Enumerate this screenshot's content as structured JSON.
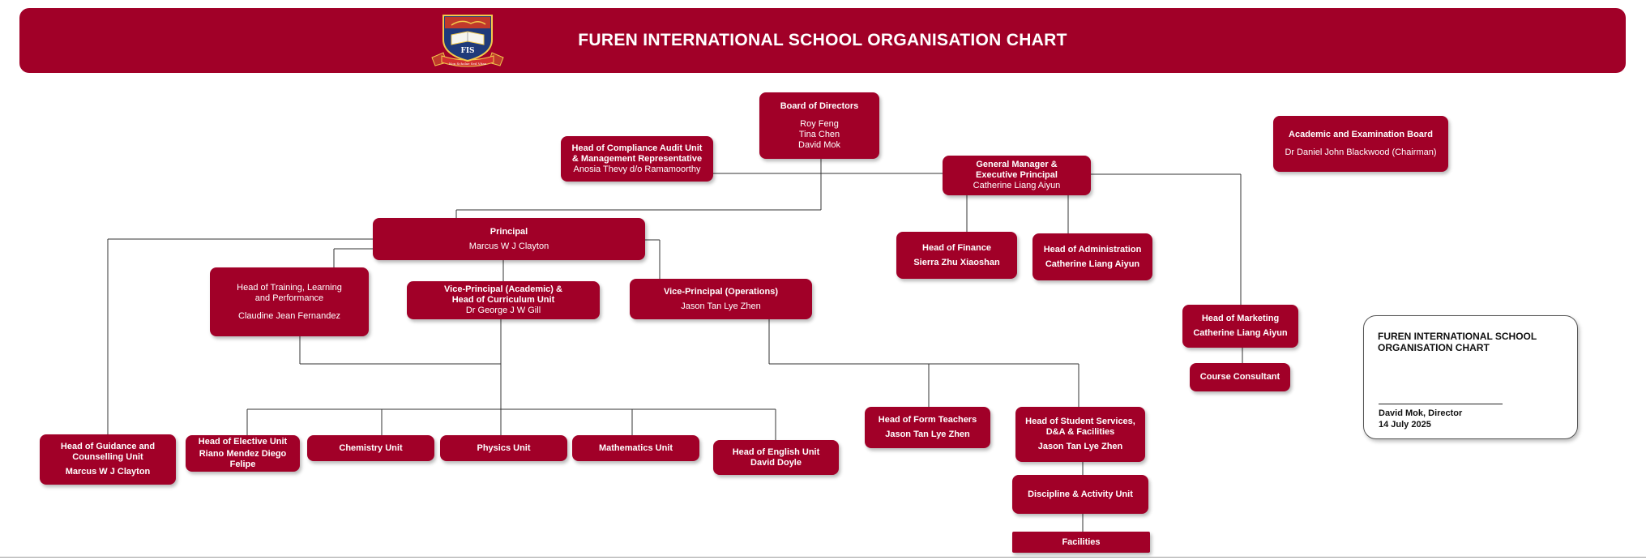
{
  "header": {
    "title": "FUREN INTERNATIONAL SCHOOL ORGANISATION CHART",
    "logo_text": "FIS",
    "logo_motto": "Non Scholae Sed Vitae"
  },
  "colors": {
    "accent": "#a10028",
    "box_text": "#ffffff",
    "line": "#333333"
  },
  "nodes": {
    "board": {
      "title": "Board of Directors",
      "members": [
        "Roy Feng",
        "Tina Chen",
        "David Mok"
      ]
    },
    "compliance": {
      "title_line1": "Head of Compliance Audit Unit",
      "title_line2": "& Management Representative",
      "name": "Anosia Thevy d/o Ramamoorthy"
    },
    "gm": {
      "title_line1": "General Manager &",
      "title_line2": "Executive Principal",
      "name": "Catherine Liang Aiyun"
    },
    "academic_board": {
      "title": "Academic and Examination Board",
      "name": "Dr Daniel John Blackwood (Chairman)"
    },
    "principal": {
      "title": "Principal",
      "name": "Marcus W J Clayton"
    },
    "finance": {
      "title": "Head of Finance",
      "name": "Sierra Zhu Xiaoshan"
    },
    "admin": {
      "title": "Head of Administration",
      "name": "Catherine Liang Aiyun"
    },
    "training": {
      "title_line1": "Head of Training, Learning",
      "title_line2": "and Performance",
      "name": "Claudine Jean Fernandez"
    },
    "vp_academic": {
      "title_line1": "Vice-Principal (Academic) &",
      "title_line2": "Head of Curriculum Unit",
      "name": "Dr George J W Gill"
    },
    "vp_operations": {
      "title": "Vice-Principal (Operations)",
      "name": "Jason Tan Lye Zhen"
    },
    "marketing": {
      "title": "Head of Marketing",
      "name": "Catherine Liang Aiyun"
    },
    "course_consultant": {
      "title": "Course Consultant"
    },
    "guidance": {
      "title_line1": "Head of Guidance and",
      "title_line2": "Counselling Unit",
      "name": "Marcus W J Clayton"
    },
    "elective": {
      "title": "Head of Elective Unit",
      "name": "Riano Mendez Diego Felipe"
    },
    "chemistry": {
      "title": "Chemistry Unit"
    },
    "physics": {
      "title": "Physics Unit"
    },
    "mathematics": {
      "title": "Mathematics Unit"
    },
    "english": {
      "title": "Head of English Unit",
      "name": "David Doyle"
    },
    "form_teachers": {
      "title": "Head of Form Teachers",
      "name": "Jason Tan Lye Zhen"
    },
    "student_services": {
      "title_line1": "Head of Student Services,",
      "title_line2": "D&A & Facilities",
      "name": "Jason Tan Lye Zhen"
    },
    "discipline": {
      "title": "Discipline & Activity Unit"
    },
    "facilities": {
      "title": "Facilities"
    }
  },
  "signature_box": {
    "title_line1": "FUREN INTERNATIONAL SCHOOL",
    "title_line2": "ORGANISATION CHART",
    "signer": "David Mok, Director",
    "date": "14 July 2025"
  }
}
